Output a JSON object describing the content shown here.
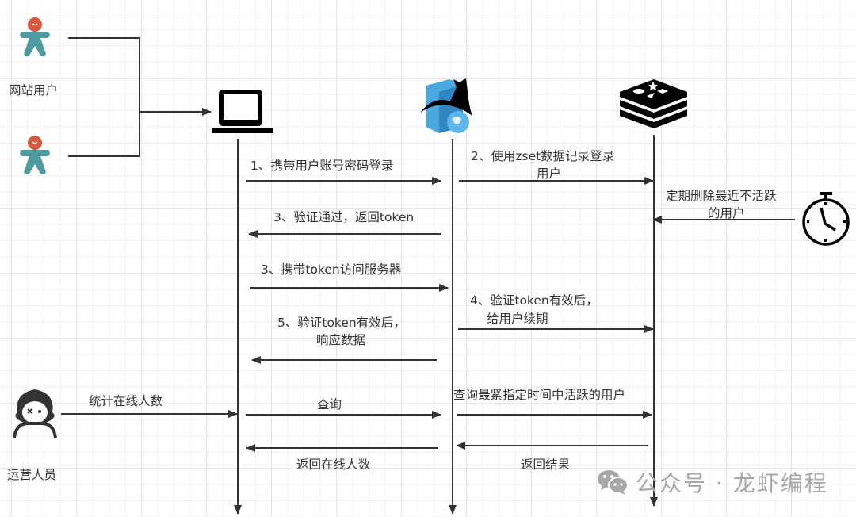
{
  "actors": {
    "website_users": {
      "label": "网站用户",
      "icon": "gingerbread-person-icon",
      "count": 2
    },
    "operator": {
      "label": "运营人员",
      "icon": "person-avatar-icon"
    },
    "client": {
      "icon": "laptop-icon"
    },
    "server": {
      "icon": "tomcat-server-icon"
    },
    "redis": {
      "icon": "redis-icon"
    },
    "timer": {
      "icon": "stopwatch-icon"
    }
  },
  "messages": [
    {
      "id": "m1",
      "text": "1、携带用户账号密码登录",
      "from": "client",
      "to": "server"
    },
    {
      "id": "m2",
      "text": "2、使用zset数据记录登录用户",
      "line1": "2、使用zset数据记录登录",
      "line2": "用户",
      "from": "server",
      "to": "redis"
    },
    {
      "id": "m3",
      "text": "3、验证通过，返回token",
      "from": "server",
      "to": "client"
    },
    {
      "id": "m_timer",
      "text": "定期删除最近不活跃的用户",
      "line1": "定期删除最近不活跃",
      "line2": "的用户",
      "from": "timer",
      "to": "redis"
    },
    {
      "id": "m4",
      "text": "3、携带token访问服务器",
      "from": "client",
      "to": "server"
    },
    {
      "id": "m5",
      "text": "4、验证token有效后，给用户续期",
      "line1": "4、验证token有效后，",
      "line2": "给用户续期",
      "from": "server",
      "to": "redis"
    },
    {
      "id": "m6",
      "text": "5、验证token有效后，响应数据",
      "line1": "5、验证token有效后，",
      "line2": "响应数据",
      "from": "server",
      "to": "client"
    },
    {
      "id": "m7",
      "text": "统计在线人数",
      "from": "operator",
      "to": "client"
    },
    {
      "id": "m8",
      "text": "查询",
      "from": "client",
      "to": "server"
    },
    {
      "id": "m9",
      "text": "查询最紧指定时间中活跃的用户",
      "from": "server",
      "to": "redis"
    },
    {
      "id": "m10",
      "text": "返回结果",
      "from": "redis",
      "to": "server"
    },
    {
      "id": "m11",
      "text": "返回在线人数",
      "from": "server",
      "to": "client"
    }
  ],
  "watermark": {
    "text": "公众号 · 龙虾编程",
    "icon": "wechat-icon"
  },
  "colors": {
    "line": "#333333",
    "gingerbread_body": "#4f9aa0",
    "gingerbread_head": "#d35a3e",
    "server_blue": "#4aa8df",
    "watermark": "#a8a8a8"
  }
}
